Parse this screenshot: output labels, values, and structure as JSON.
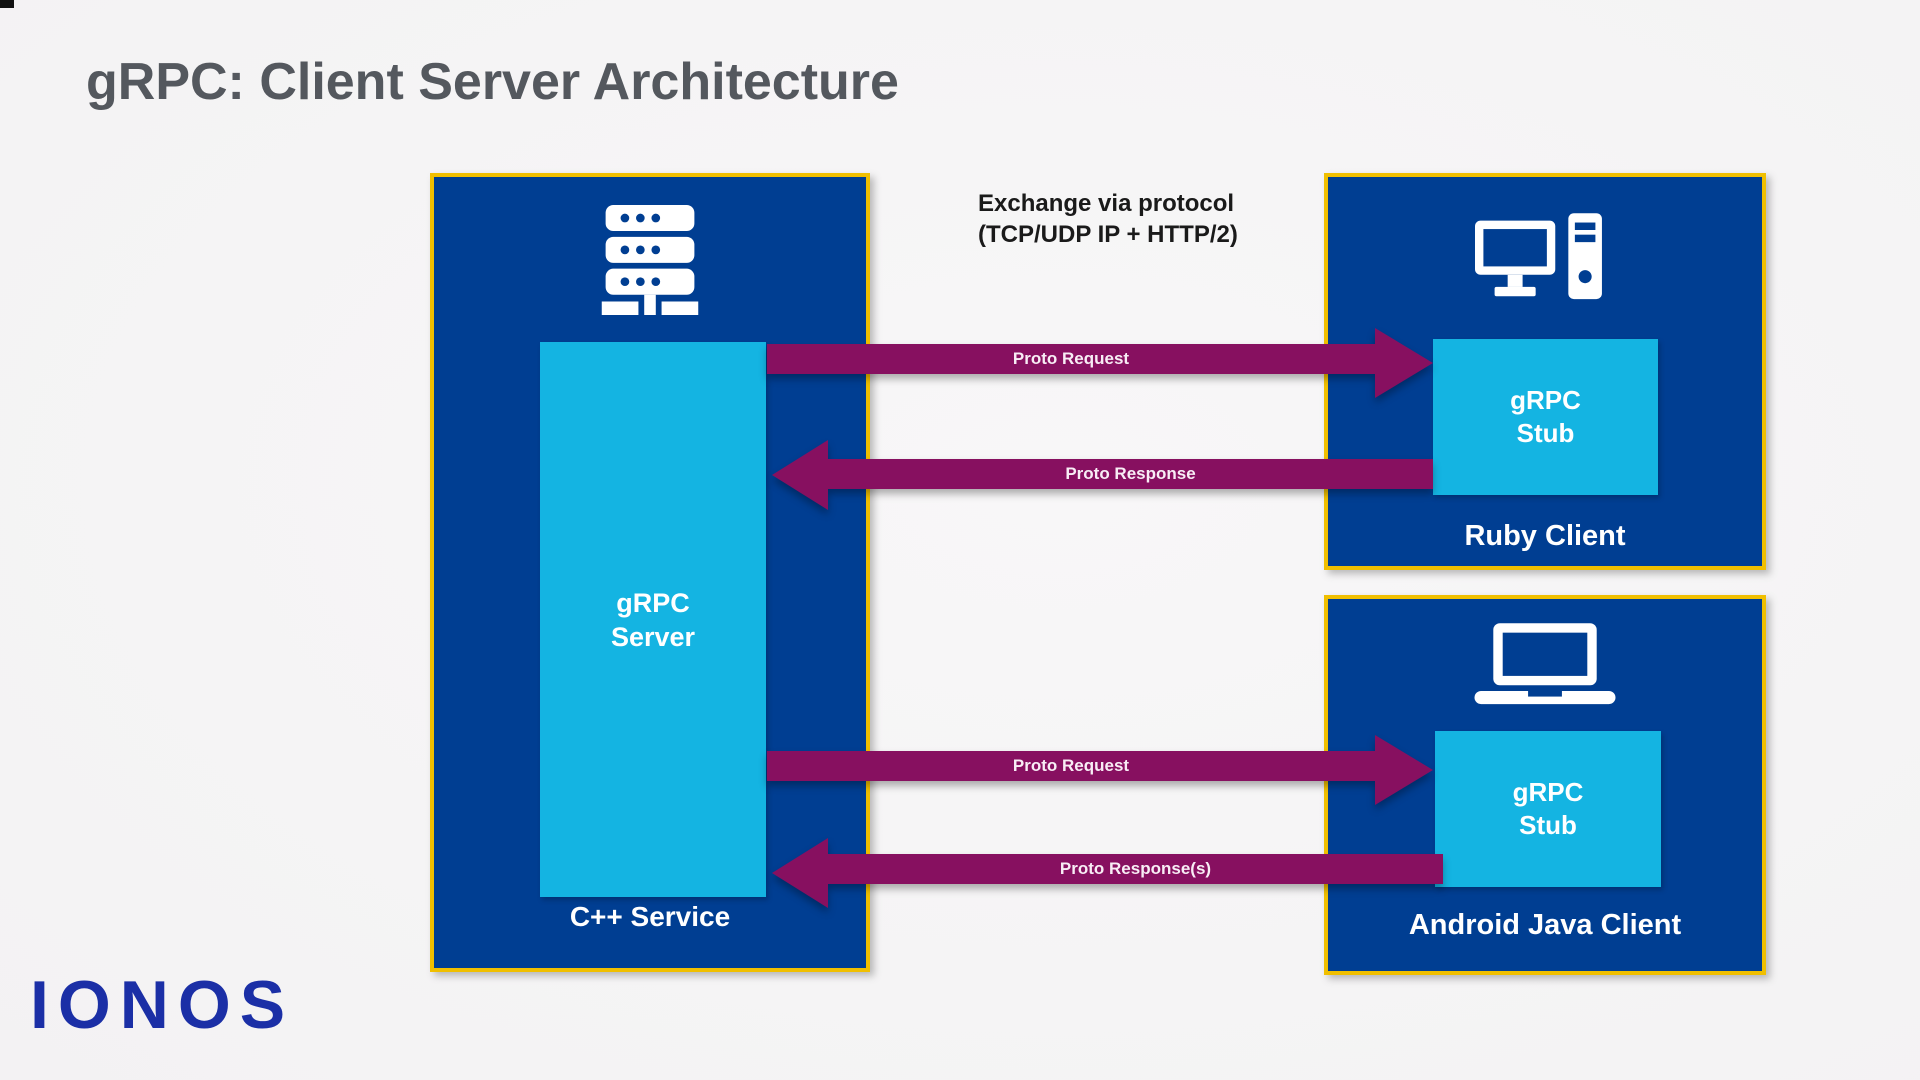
{
  "title": "gRPC: Client Server Architecture",
  "protocol_note": {
    "line1": "Exchange via protocol",
    "line2": "(TCP/UDP IP + HTTP/2)"
  },
  "server": {
    "icon": "server-rack-icon",
    "inner_box": {
      "line1": "gRPC",
      "line2": "Server"
    },
    "label": "C++ Service"
  },
  "ruby_client": {
    "icon": "desktop-computer-icon",
    "stub": {
      "line1": "gRPC",
      "line2": "Stub"
    },
    "label": "Ruby Client"
  },
  "android_client": {
    "icon": "laptop-icon",
    "stub": {
      "line1": "gRPC",
      "line2": "Stub"
    },
    "label": "Android Java Client"
  },
  "arrows": {
    "ruby_request": "Proto Request",
    "ruby_response": "Proto Response",
    "android_request": "Proto Request",
    "android_response": "Proto Response(s)"
  },
  "logo": {
    "text": "IONOS"
  },
  "colors": {
    "box_blue": "#003e92",
    "cyan": "#14b4e2",
    "arrow_purple": "#871060",
    "border_yellow": "#f0bf00",
    "logo_blue": "#1b2fa6",
    "title_gray": "#54585e",
    "background": "#f6f5f6"
  }
}
